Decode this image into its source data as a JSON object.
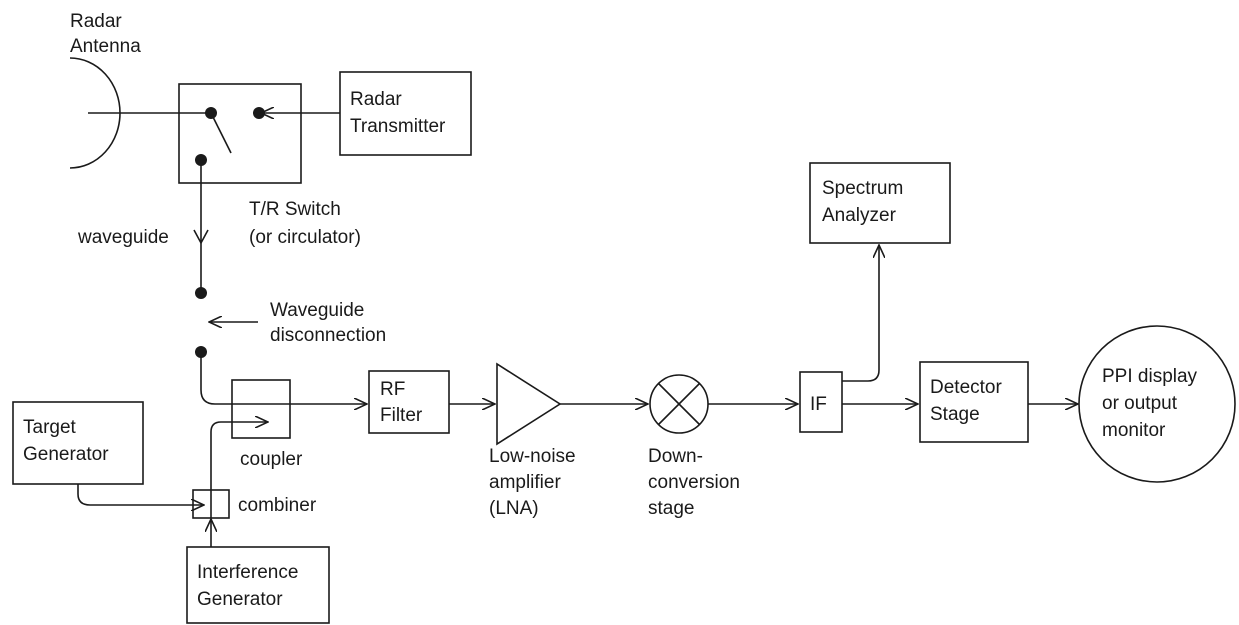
{
  "labels": {
    "radar_antenna": [
      "Radar",
      "Antenna"
    ],
    "radar_transmitter": [
      "Radar",
      "Transmitter"
    ],
    "tr_switch": [
      "T/R Switch",
      "(or circulator)"
    ],
    "waveguide": "waveguide",
    "waveguide_disconnection": [
      "Waveguide",
      "disconnection"
    ],
    "spectrum_analyzer": [
      "Spectrum",
      "Analyzer"
    ],
    "rf_filter": [
      "RF",
      "Filter"
    ],
    "coupler": "coupler",
    "combiner": "combiner",
    "target_generator": [
      "Target",
      "Generator"
    ],
    "interference_generator": [
      "Interference",
      "Generator"
    ],
    "lna": [
      "Low-noise",
      "amplifier",
      "(LNA)"
    ],
    "downconversion": [
      "Down-",
      "conversion",
      "stage"
    ],
    "if": "IF",
    "detector_stage": [
      "Detector",
      "Stage"
    ],
    "ppi_display": [
      "PPI display",
      "or output",
      "monitor"
    ]
  }
}
